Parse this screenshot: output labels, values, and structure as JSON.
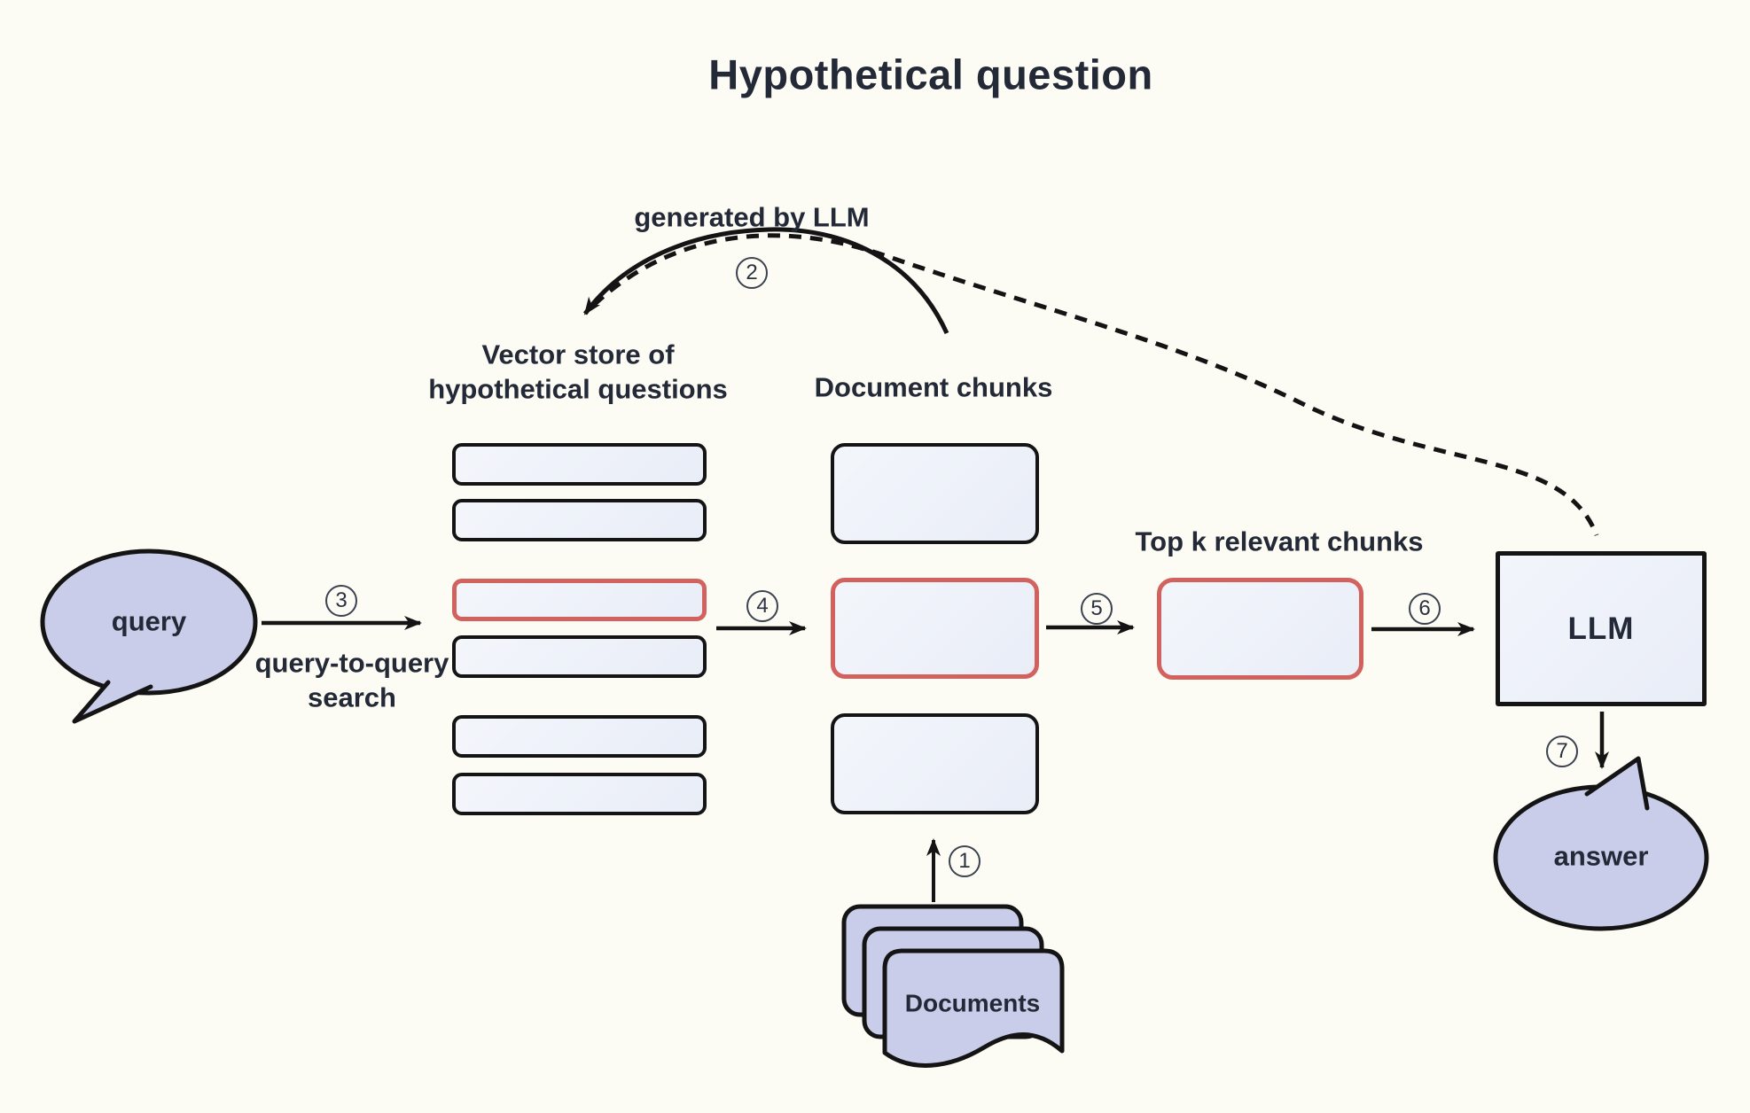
{
  "title": "Hypothetical question",
  "annotations": {
    "generated_by_llm": "generated by LLM",
    "query_to_query_line1": "query-to-query",
    "query_to_query_line2": "search"
  },
  "columns": {
    "vector_store_label_line1": "Vector store of",
    "vector_store_label_line2": "hypothetical questions",
    "document_chunks_label": "Document chunks",
    "top_k_label": "Top k relevant chunks"
  },
  "nodes": {
    "query_label": "query",
    "llm_label": "LLM",
    "answer_label": "answer",
    "documents_label": "Documents"
  },
  "steps": [
    {
      "n": "1"
    },
    {
      "n": "2"
    },
    {
      "n": "3"
    },
    {
      "n": "4"
    },
    {
      "n": "5"
    },
    {
      "n": "6"
    },
    {
      "n": "7"
    }
  ],
  "vector_store": {
    "row_count": 6,
    "highlighted_row_index": 2
  },
  "document_chunks": {
    "count": 3,
    "highlighted_index": 1
  },
  "colors": {
    "background": "#fcfbf4",
    "box_fill": "#eef1f9",
    "bubble_fill": "#c9cde9",
    "highlight_border": "#d2625e",
    "line": "#141414",
    "text": "#232936"
  }
}
